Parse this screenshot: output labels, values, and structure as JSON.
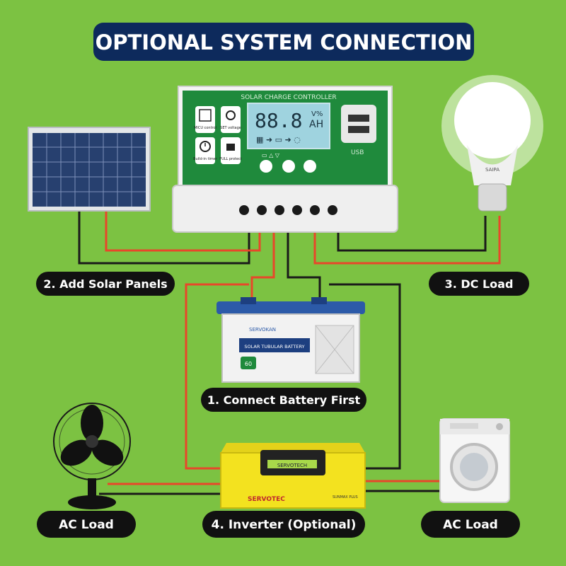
{
  "header": {
    "title": "OPTIONAL SYSTEM CONNECTION"
  },
  "labels": {
    "solar_panels": "2. Add Solar Panels",
    "dc_load": "3. DC Load",
    "battery": "1. Connect Battery First",
    "ac_load_left": "AC Load",
    "inverter": "4. Inverter (Optional)",
    "ac_load_right": "AC Load"
  },
  "controller": {
    "title": "SOLAR CHARGE CONTROLLER",
    "lcd_digits": "88.8",
    "lcd_unit_top": "V%",
    "lcd_unit_bottom": "AH",
    "btn_mcu": "MICU control",
    "btn_set": "SET voltage",
    "btn_timer": "Build-in timer",
    "btn_protect": "FULL protect",
    "usb_label": "USB"
  },
  "battery": {
    "brand": "SERVOKAN",
    "label": "SOLAR TUBULAR BATTERY",
    "badge": "60"
  },
  "inverter": {
    "brand": "SERVOTEC",
    "screen_text": "SERVOTECH",
    "model": "SUNMAX PLUS"
  },
  "bulb": {
    "brand": "SAIPA"
  },
  "colors": {
    "background": "#7cc242",
    "header_bg": "#0d2a5c",
    "label_bg": "#111111",
    "wire_red": "#e8472a",
    "wire_black": "#1a1a1a",
    "controller_green": "#1f8a3c",
    "inverter_yellow": "#f3e21f"
  }
}
